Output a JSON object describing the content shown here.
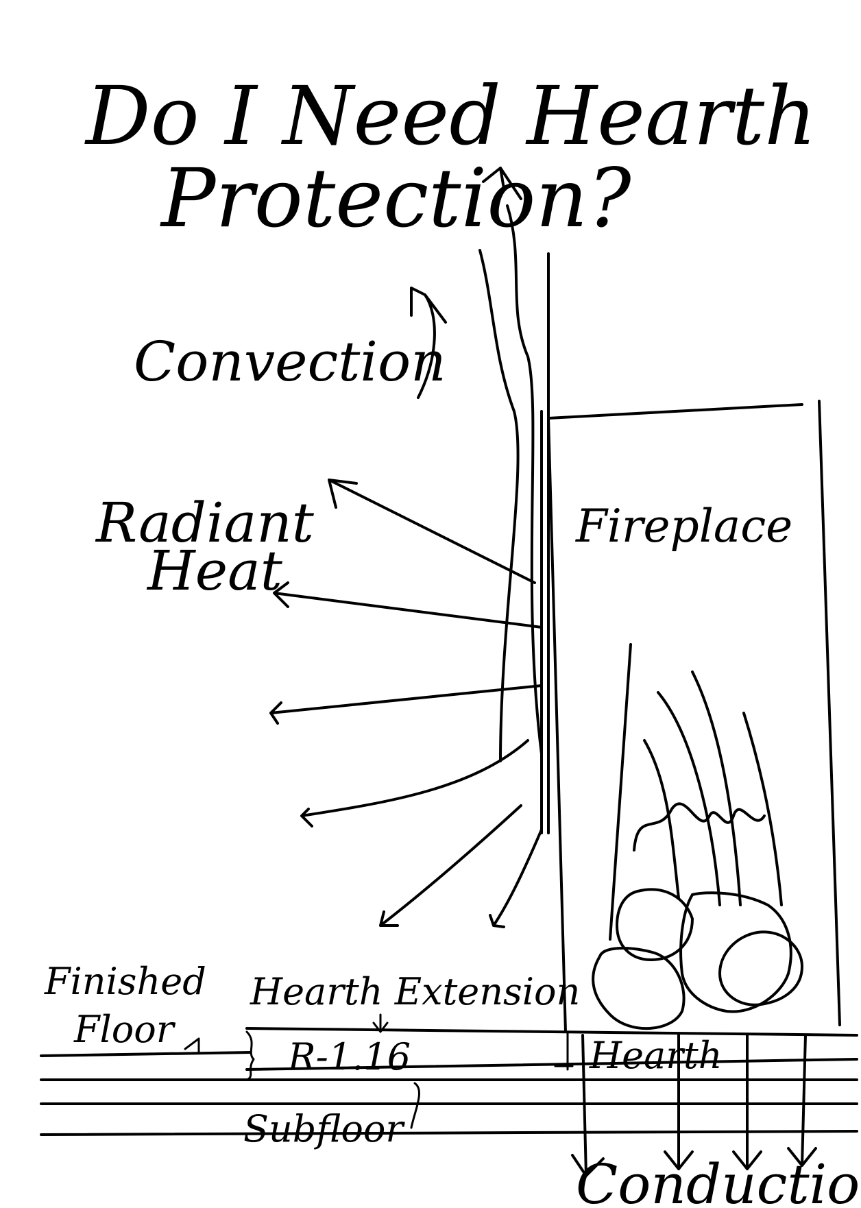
{
  "title": {
    "line1": "Do I Need Hearth",
    "line2": "Protection?"
  },
  "labels": {
    "convection": "Convection",
    "radiant_line1": "Radiant",
    "radiant_line2": "Heat",
    "fireplace": "Fireplace",
    "finished_floor_line1": "Finished",
    "finished_floor_line2": "Floor",
    "hearth_extension": "Hearth Extension",
    "r_value": "R-1.16",
    "hearth": "Hearth",
    "subfloor": "Subfloor",
    "conduction": "Conduction"
  },
  "colors": {
    "ink": "#000000",
    "paper": "#ffffff"
  }
}
